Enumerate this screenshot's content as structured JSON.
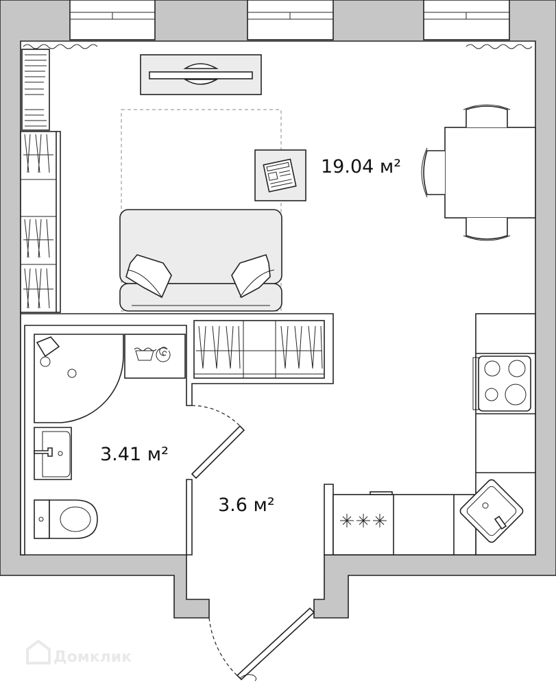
{
  "rooms": [
    {
      "id": "living",
      "area_label": "19.04 м²"
    },
    {
      "id": "bathroom",
      "area_label": "3.41 м²"
    },
    {
      "id": "hallway",
      "area_label": "3.6 м²"
    }
  ],
  "watermark": {
    "text": "Домклик"
  },
  "colors": {
    "wall": "#c6c6c6",
    "line": "#222222",
    "furniture": "#ececec",
    "floor": "#ffffff"
  },
  "icons": [
    "sofa-icon",
    "tv-icon",
    "dining-table-icon",
    "chair-icon",
    "wardrobe-icon",
    "shower-icon",
    "washing-machine-icon",
    "sink-icon",
    "toilet-icon",
    "stove-icon",
    "oven-icon",
    "kitchen-sink-icon",
    "door-icon",
    "window-icon",
    "newspaper-icon",
    "radiator-icon"
  ]
}
